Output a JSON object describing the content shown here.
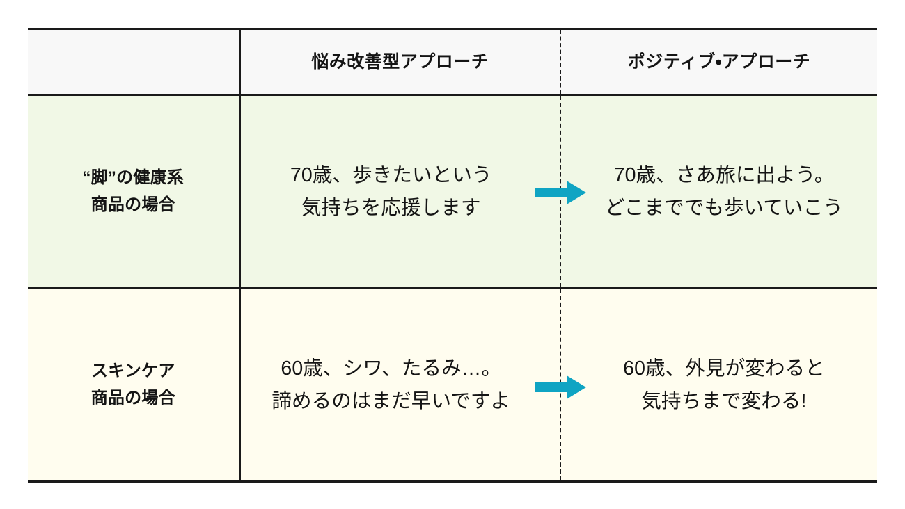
{
  "table": {
    "columns": [
      {
        "key": "label",
        "header": ""
      },
      {
        "key": "approach",
        "header": "悩み改善型アプローチ"
      },
      {
        "key": "positive",
        "header": "ポジティブ・アプローチ"
      }
    ],
    "rows": [
      {
        "label": "“脚”の健康系\n商品の場合",
        "approach": "70歳、歩きたいという\n気持ちを応援します",
        "positive": "70歳、さあ旅に出よう。\nどこまででも歩いていこう",
        "arrow": "arrow-right-icon",
        "background": "#F1F8E6"
      },
      {
        "label": "スキンケア\n商品の場合",
        "approach": "60歳、シワ、たるみ…。\n諦めるのはまだ早いですよ",
        "positive": "60歳、外見が変わると\n気持ちまで変わる!",
        "arrow": "arrow-right-icon",
        "background": "#FFFDEF"
      }
    ]
  },
  "colors": {
    "arrow": "#0FA4C3",
    "rule": "#1A1A1A",
    "header_background": "#F8F8F8",
    "page_background": "#FFFFFF",
    "text": "#141414"
  }
}
